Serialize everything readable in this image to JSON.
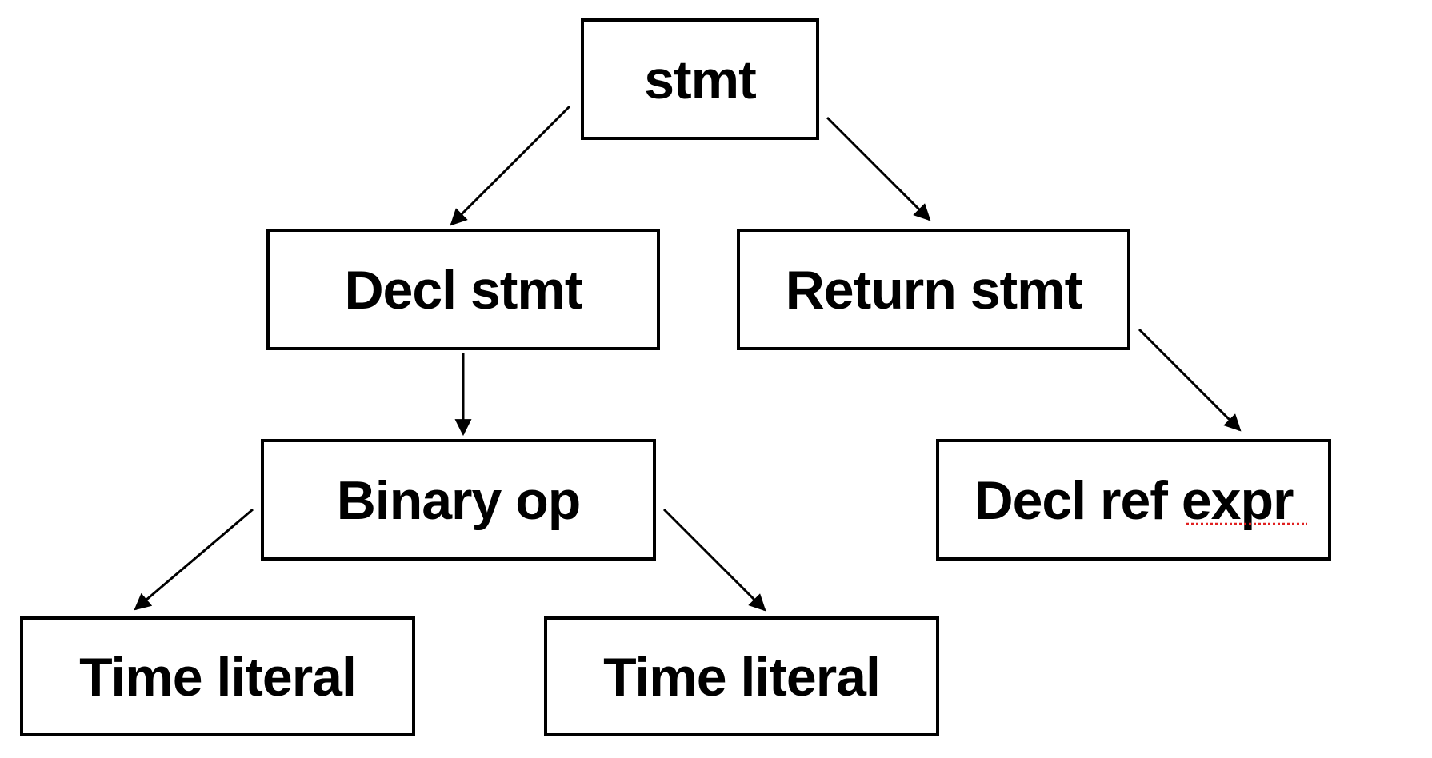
{
  "diagram": {
    "nodes": {
      "stmt": {
        "label": "stmt"
      },
      "decl_stmt": {
        "label": "Decl stmt"
      },
      "return_stmt": {
        "label": "Return stmt"
      },
      "binary_op": {
        "label": "Binary op"
      },
      "decl_ref_expr": {
        "label": "Decl ref expr"
      },
      "time_literal_left": {
        "label": "Time literal"
      },
      "time_literal_right": {
        "label": "Time literal"
      }
    },
    "edges": [
      {
        "from": "stmt",
        "to": "decl_stmt"
      },
      {
        "from": "stmt",
        "to": "return_stmt"
      },
      {
        "from": "decl_stmt",
        "to": "binary_op"
      },
      {
        "from": "return_stmt",
        "to": "decl_ref_expr"
      },
      {
        "from": "binary_op",
        "to": "time_literal_left"
      },
      {
        "from": "binary_op",
        "to": "time_literal_right"
      }
    ],
    "colors": {
      "stroke": "#000000",
      "background": "#ffffff",
      "spellcheck_underline": "#e02020"
    }
  }
}
